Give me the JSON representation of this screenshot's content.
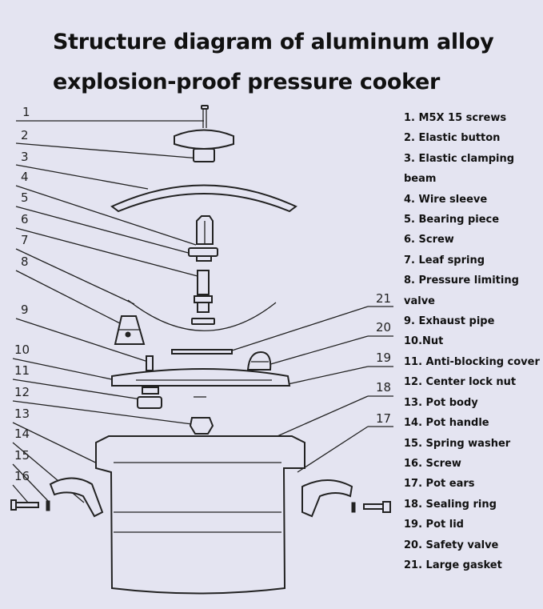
{
  "title_lines": [
    "Structure diagram of aluminum alloy",
    "explosion-proof pressure cooker"
  ],
  "parts": [
    "1. M5X 15 screws",
    "2. Elastic button",
    "3. Elastic clamping beam",
    "4. Wire sleeve",
    "5. Bearing piece",
    "6. Screw",
    "7. Leaf spring",
    "8. Pressure limiting valve",
    "9. Exhaust pipe",
    "10.Nut",
    "11. Anti-blocking cover",
    "12. Center lock nut",
    "13. Pot body",
    "14. Pot handle",
    "15. Spring washer",
    "16. Screw",
    "17. Pot ears",
    "18. Sealing ring",
    "19. Pot lid",
    "20. Safety valve",
    "21. Large gasket"
  ],
  "callouts": [
    "1",
    "2",
    "3",
    "4",
    "5",
    "6",
    "7",
    "8",
    "9",
    "10",
    "11",
    "12",
    "13",
    "14",
    "15",
    "16",
    "17",
    "18",
    "19",
    "20",
    "21"
  ]
}
